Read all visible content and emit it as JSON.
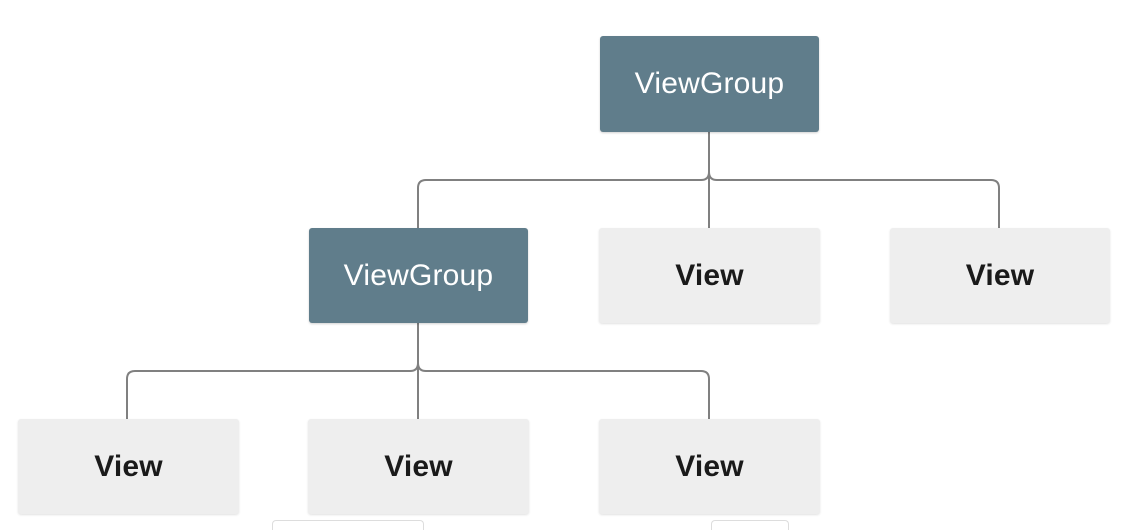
{
  "colors": {
    "viewgroup_fill": "#607d8b",
    "viewgroup_text": "#ffffff",
    "view_fill": "#eeeeee",
    "view_text": "#1a1a1a",
    "connector": "#808080"
  },
  "tree": {
    "root": {
      "label": "ViewGroup",
      "kind": "viewgroup"
    },
    "level1": [
      {
        "label": "ViewGroup",
        "kind": "viewgroup"
      },
      {
        "label": "View",
        "kind": "view"
      },
      {
        "label": "View",
        "kind": "view"
      }
    ],
    "level2": [
      {
        "label": "View",
        "kind": "view"
      },
      {
        "label": "View",
        "kind": "view"
      },
      {
        "label": "View",
        "kind": "view"
      }
    ]
  }
}
